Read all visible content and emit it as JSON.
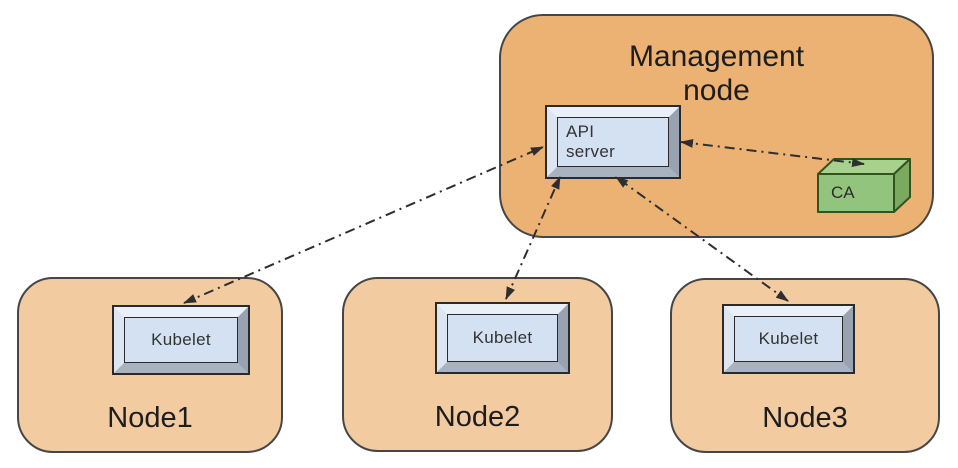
{
  "diagram": {
    "management_node": {
      "title": "Management\nnode",
      "api_server": {
        "label": "API\nserver"
      },
      "ca": {
        "label": "CA"
      }
    },
    "nodes": [
      {
        "name": "Node1",
        "component": "Kubelet"
      },
      {
        "name": "Node2",
        "component": "Kubelet"
      },
      {
        "name": "Node3",
        "component": "Kubelet"
      }
    ],
    "connections": [
      {
        "from": "API server",
        "to": "Kubelet (Node1)",
        "style": "dash-dot",
        "bidirectional": true
      },
      {
        "from": "API server",
        "to": "Kubelet (Node2)",
        "style": "dash-dot",
        "bidirectional": true
      },
      {
        "from": "API server",
        "to": "Kubelet (Node3)",
        "style": "dash-dot",
        "bidirectional": true
      },
      {
        "from": "API server",
        "to": "CA",
        "style": "dash-dot",
        "bidirectional": true
      }
    ],
    "colors": {
      "management_bg": "#ecb273",
      "node_bg": "#f2cba1",
      "container_border": "#464646",
      "box_face": "#d3e1f2",
      "bevel_top": "#eaf0f8",
      "bevel_left": "#dce5f0",
      "bevel_right": "#98a2b0",
      "bevel_bottom": "#a9b3c0",
      "box_outline": "#2a2a2a",
      "ca_front": "#93c47d",
      "ca_top": "#a9d18e",
      "ca_side": "#7aa95f",
      "ca_outline": "#33521f",
      "arrow": "#2e2e2e",
      "text": "#1d1d1d"
    }
  }
}
